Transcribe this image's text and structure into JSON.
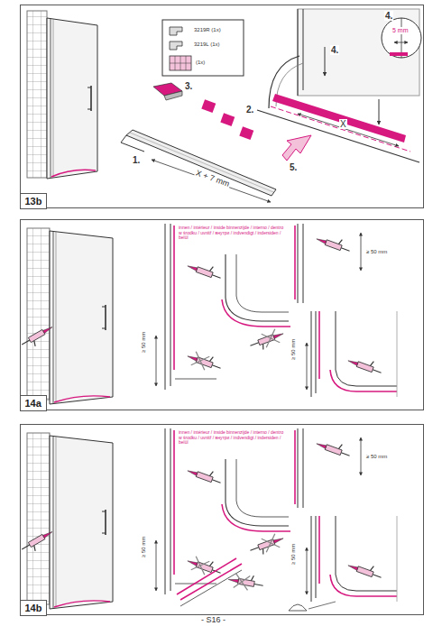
{
  "diagram": {
    "nodes": [
      {
        "text": [
          "13b"
        ]
      },
      {
        "text": [
          "14a"
        ]
      },
      {
        "text": [
          "14b"
        ]
      }
    ],
    "labels": [
      "3219R (1x)",
      "3219L (1x)",
      "(1x)",
      "1.",
      "2.",
      "3.",
      "X + 7 mm",
      "4.",
      "X",
      "5.",
      "4.",
      "5 mm",
      "innen / intérieur / inside binnenzijde / interno / dentro w środku / uvnitř / внутри / indvendigt / indersiden / belül",
      "≥ 50 mm",
      "≥ 50 mm",
      "≥ 50 mm",
      "innen / intérieur / inside binnenzijde / interno / dentro w środku / uvnitř / внутри / indvendigt / indersiden / belül",
      "≥ 50 mm",
      "≥ 50 mm",
      "≥ 50 mm",
      "- S16 -"
    ]
  }
}
